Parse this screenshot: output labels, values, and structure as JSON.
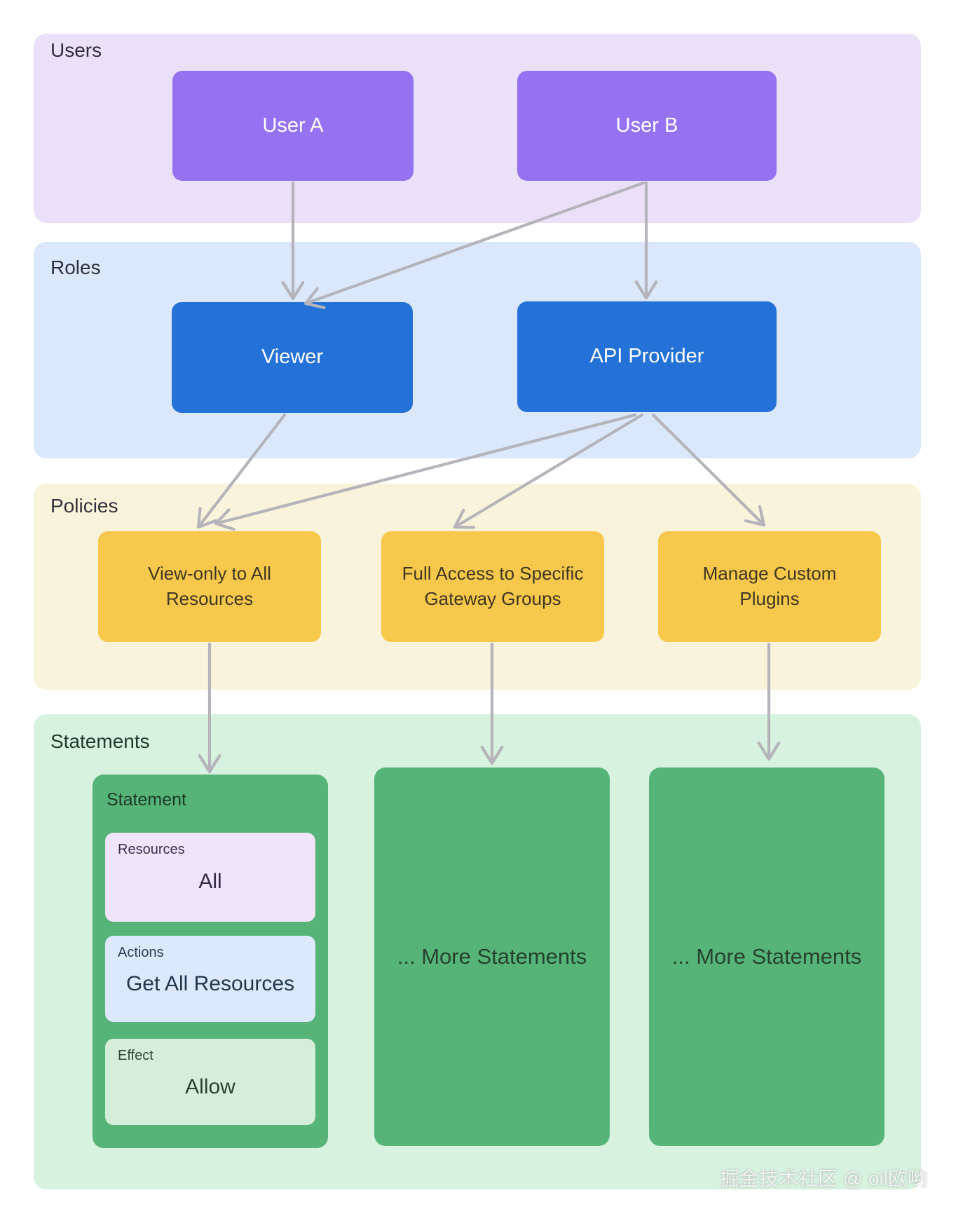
{
  "bands": {
    "users": {
      "label": "Users"
    },
    "roles": {
      "label": "Roles"
    },
    "policies": {
      "label": "Policies"
    },
    "statements": {
      "label": "Statements"
    }
  },
  "nodes": {
    "user_a": {
      "label": "User A"
    },
    "user_b": {
      "label": "User B"
    },
    "viewer": {
      "label": "Viewer"
    },
    "api_provider": {
      "label": "API Provider"
    },
    "policy_view_only": {
      "label": "View-only to All Resources"
    },
    "policy_full_access": {
      "label": "Full Access to Specific Gateway Groups"
    },
    "policy_manage_plugins": {
      "label": "Manage Custom Plugins"
    },
    "statement": {
      "title": "Statement",
      "fields": [
        {
          "label": "Resources",
          "value": "All"
        },
        {
          "label": "Actions",
          "value": "Get All Resources"
        },
        {
          "label": "Effect",
          "value": "Allow"
        }
      ]
    },
    "more_statements_1": {
      "label": "... More Statements"
    },
    "more_statements_2": {
      "label": "... More Statements"
    }
  },
  "edges": [
    {
      "from": "user_a",
      "to": "viewer"
    },
    {
      "from": "user_b",
      "to": "viewer"
    },
    {
      "from": "user_b",
      "to": "api_provider"
    },
    {
      "from": "viewer",
      "to": "policy_view_only"
    },
    {
      "from": "api_provider",
      "to": "policy_view_only"
    },
    {
      "from": "api_provider",
      "to": "policy_full_access"
    },
    {
      "from": "api_provider",
      "to": "policy_manage_plugins"
    },
    {
      "from": "policy_view_only",
      "to": "statement"
    },
    {
      "from": "policy_full_access",
      "to": "more_statements_1"
    },
    {
      "from": "policy_manage_plugins",
      "to": "more_statements_2"
    }
  ],
  "watermark": "掘金技术社区 @ oil欧哟",
  "colors": {
    "users_band": "#eae1f9",
    "user_node": "#9472f2",
    "roles_band": "#dbe8fb",
    "role_node": "#2472d8",
    "policies_band": "#faf3dc",
    "policy_node": "#f7c84b",
    "statements_band": "#d8f2e0",
    "statement_node": "#56b478",
    "resources_field": "#f0e4fb",
    "actions_field": "#dce9fd",
    "effect_field": "#d5eeda",
    "arrow": "#b4b4ba",
    "node_text": "#ffffff",
    "band_label": "#30313a",
    "statements_label": "#1f3b2b",
    "policy_text": "#3e3823",
    "statement_title": "#1c3a28",
    "more_text": "#26422f",
    "resources_label": "#38324e",
    "actions_label": "#2b3f57",
    "effect_label": "#32483a",
    "resources_value": "#322d48",
    "actions_value": "#22374e",
    "effect_value": "#2b4232",
    "watermark": "#f2f2f2"
  }
}
